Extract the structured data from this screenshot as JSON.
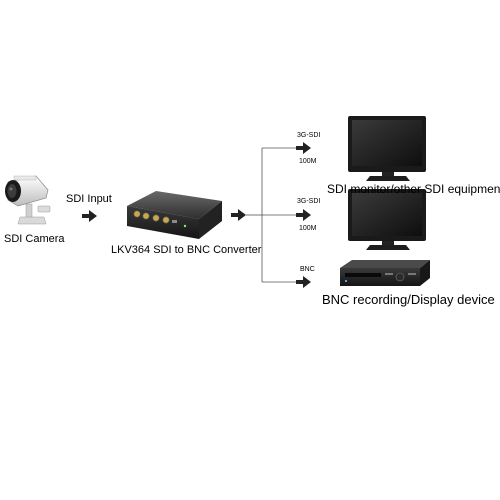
{
  "source": {
    "device_label": "SDI Camera",
    "connection_label": "SDI Input"
  },
  "converter": {
    "label": "LKV364  SDI to BNC Converter"
  },
  "outputs": [
    {
      "signal": "3G-SDI",
      "distance": "100M",
      "device_label": "SDI monitor/other SDI equipment"
    },
    {
      "signal": "3G-SDI",
      "distance": "100M",
      "device_label": ""
    },
    {
      "signal": "BNC",
      "distance": "",
      "device_label": "BNC recording/Display device"
    }
  ],
  "icons": {
    "camera": "camera-icon",
    "converter": "converter-box-icon",
    "monitor": "monitor-icon",
    "recorder": "dvr-recorder-icon",
    "arrow": "arrow-right-icon"
  },
  "colors": {
    "line": "#555555",
    "device_dark": "#1c1c1c",
    "screen": "#2a2a2a"
  }
}
